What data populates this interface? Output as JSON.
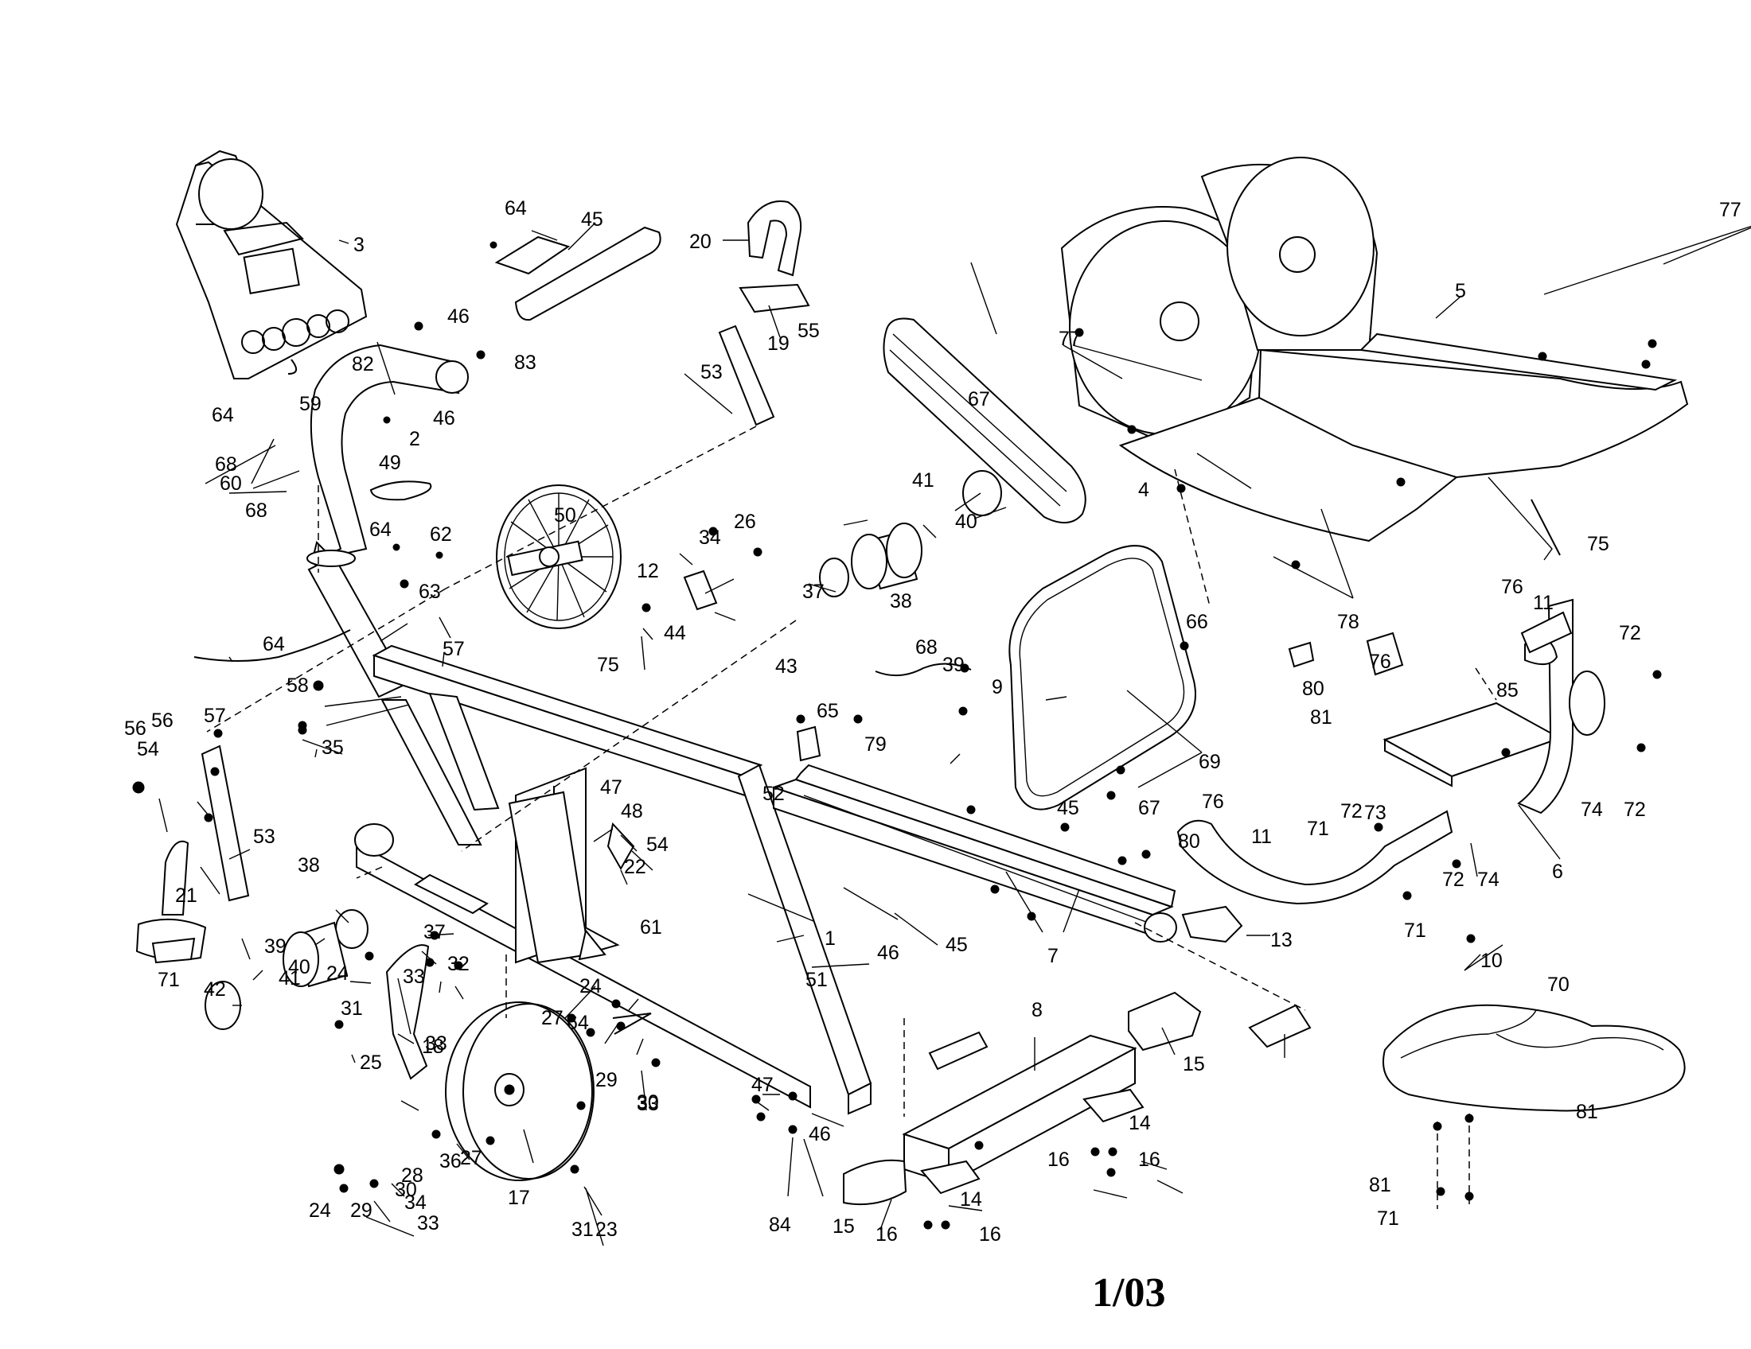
{
  "page_label": "1/03",
  "callouts": [
    "1",
    "2",
    "3",
    "4",
    "5",
    "6",
    "7",
    "8",
    "9",
    "10",
    "11",
    "11",
    "12",
    "13",
    "14",
    "14",
    "15",
    "15",
    "16",
    "16",
    "16",
    "16",
    "17",
    "18",
    "19",
    "20",
    "21",
    "22",
    "23",
    "24",
    "24",
    "24",
    "25",
    "26",
    "27",
    "27",
    "28",
    "29",
    "29",
    "30",
    "30",
    "31",
    "31",
    "32",
    "33",
    "33",
    "33",
    "33",
    "34",
    "34",
    "35",
    "36",
    "37",
    "37",
    "38",
    "38",
    "39",
    "39",
    "40",
    "40",
    "41",
    "41",
    "42",
    "43",
    "44",
    "45",
    "45",
    "45",
    "46",
    "46",
    "46",
    "46",
    "47",
    "47",
    "48",
    "49",
    "50",
    "51",
    "52",
    "53",
    "53",
    "54",
    "54",
    "55",
    "56",
    "56",
    "57",
    "57",
    "58",
    "59",
    "60",
    "61",
    "62",
    "63",
    "64",
    "64",
    "64",
    "64",
    "64",
    "65",
    "66",
    "67",
    "67",
    "68",
    "68",
    "68",
    "69",
    "70",
    "71",
    "71",
    "71",
    "71",
    "72",
    "72",
    "72",
    "72",
    "73",
    "74",
    "74",
    "75",
    "75",
    "76",
    "76",
    "76",
    "77",
    "77",
    "78",
    "79",
    "80",
    "80",
    "81",
    "81",
    "81",
    "82",
    "83",
    "84",
    "85"
  ],
  "parts": {
    "console": "console-icon",
    "handlebar_post": "handlebar-post-icon",
    "frame": "frame-icon",
    "shroud_left": "shroud-left-icon",
    "shroud_right": "shroud-right-icon",
    "seat_frame": "seat-frame-icon",
    "seat_rail": "seat-rail-icon",
    "stabilizer": "stabilizer-icon",
    "backrest": "backrest-icon",
    "seat": "seat-icon",
    "flywheel": "flywheel-icon",
    "pulley": "pulley-icon",
    "belt": "belt-icon",
    "pedals": "pedal-icon"
  }
}
